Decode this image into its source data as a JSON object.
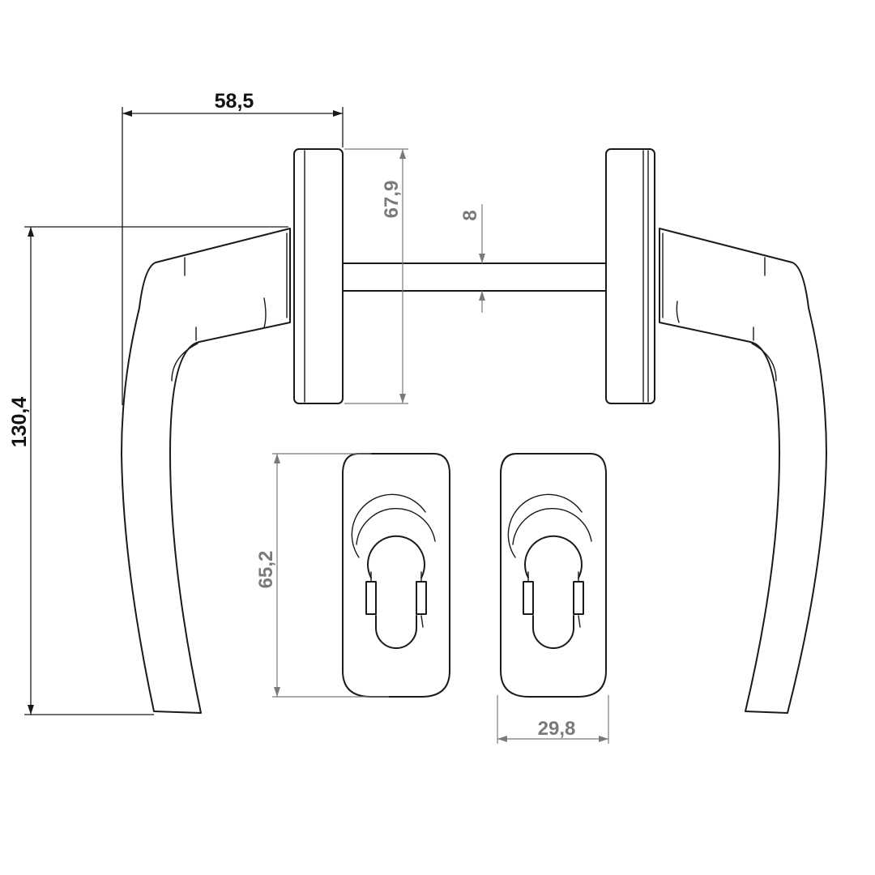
{
  "dimensions": {
    "handle_projection": "58,5",
    "handle_length": "130,4",
    "rose_height": "67,9",
    "spindle_square": "8",
    "escutcheon_height": "65,2",
    "escutcheon_width": "29,8"
  },
  "colors": {
    "line": "#1a1a1a",
    "dimension_grey": "#7a7a7a",
    "background": "#ffffff"
  }
}
